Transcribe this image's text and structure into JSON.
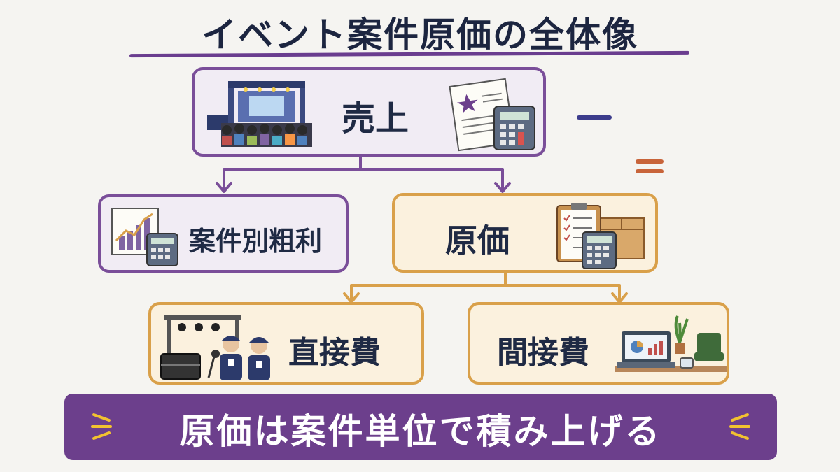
{
  "title": "イベント案件原価の全体像",
  "nodes": {
    "sales": "売上",
    "gross_profit": "案件別粗利",
    "cost": "原価",
    "direct_cost": "直接費",
    "indirect_cost": "間接費"
  },
  "formula_marks": {
    "minus": "−",
    "equals": "="
  },
  "bottom_message": "原価は案件単位で積み上げる",
  "colors": {
    "purple": "#7a4e99",
    "orange": "#d9a04a",
    "banner": "#6c3f8c",
    "accent_yellow": "#f2c230"
  },
  "icons": {
    "sales_left": "concert-stage-icon",
    "sales_right": "invoice-calculator-icon",
    "gross_profit": "chart-calculator-icon",
    "cost": "clipboard-box-calculator-icon",
    "direct_cost": "lighting-staff-icon",
    "indirect_cost": "office-desk-icon"
  }
}
